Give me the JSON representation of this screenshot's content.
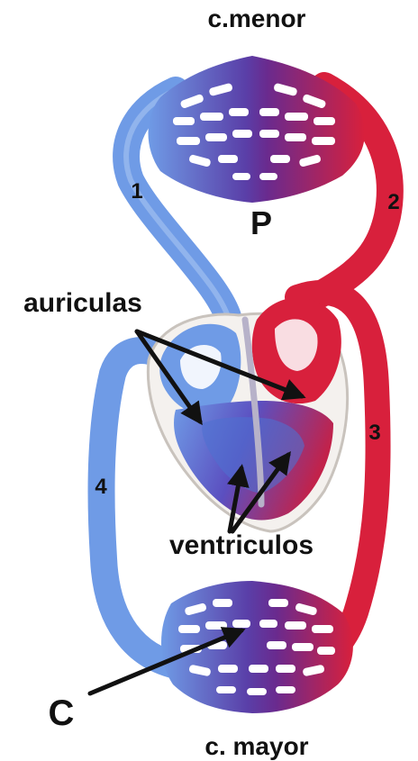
{
  "labels": {
    "lesser_circulation": "c.menor",
    "greater_circulation": "c. mayor",
    "pulmonary_capillaries": "P",
    "systemic_capillaries": "C",
    "atria": "auriculas",
    "ventricles": "ventriculos",
    "vessel_1": "1",
    "vessel_2": "2",
    "vessel_3": "3",
    "vessel_4": "4"
  },
  "colors": {
    "oxygenated": "#d8203c",
    "deoxygenated": "#6f9be6",
    "mixed": "#6a2a8e",
    "lumen": "#ffffff",
    "arrow": "#111111"
  }
}
